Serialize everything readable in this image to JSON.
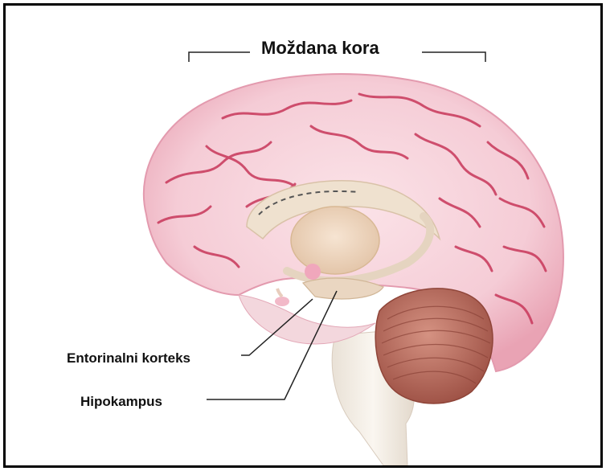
{
  "title": "Moždana kora",
  "labels": {
    "entorhinal_cortex": "Entorinalni korteks",
    "hippocampus": "Hipokampus"
  },
  "colors": {
    "cortex": "#f4c9d2",
    "sulci": "#c8375a",
    "thalamus": "#ecd2b8",
    "cerebellum": "#b86a5b",
    "brainstem": "#f3ece2",
    "frame": "#000000"
  }
}
